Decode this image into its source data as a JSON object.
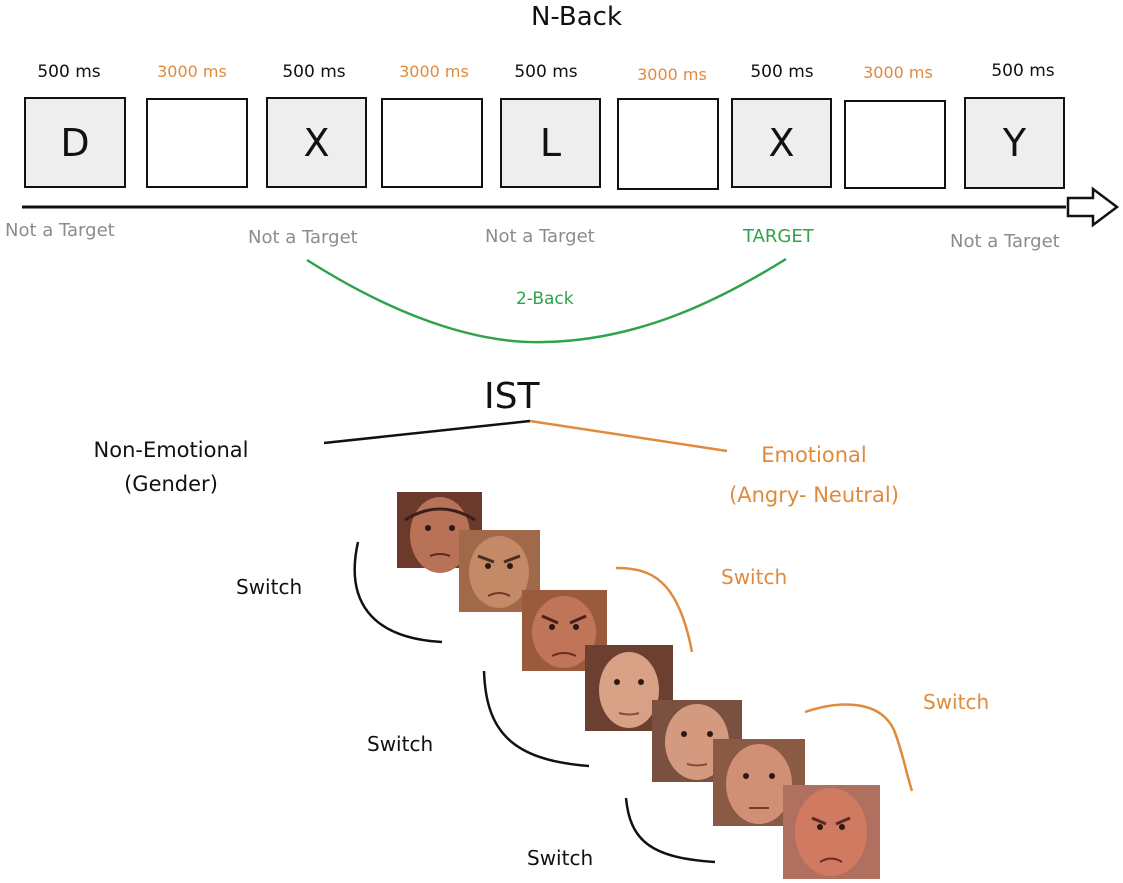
{
  "nback": {
    "title": "N-Back",
    "timings": [
      {
        "label": "500 ms",
        "kind": "stimulus"
      },
      {
        "label": "3000 ms",
        "kind": "isi"
      },
      {
        "label": "500 ms",
        "kind": "stimulus"
      },
      {
        "label": "3000 ms",
        "kind": "isi"
      },
      {
        "label": "500 ms",
        "kind": "stimulus"
      },
      {
        "label": "3000 ms",
        "kind": "isi"
      },
      {
        "label": "500 ms",
        "kind": "stimulus"
      },
      {
        "label": "3000 ms",
        "kind": "isi"
      },
      {
        "label": "500 ms",
        "kind": "stimulus"
      }
    ],
    "boxes": [
      "D",
      "",
      "X",
      "",
      "L",
      "",
      "X",
      "",
      "Y"
    ],
    "outcomes": [
      "Not a Target",
      "Not a Target",
      "Not a Target",
      "TARGET",
      "Not a Target"
    ],
    "link_label": "2-Back"
  },
  "ist": {
    "title": "IST",
    "non_emotional_line1": "Non-Emotional",
    "non_emotional_line2": "(Gender)",
    "emotional_line1": "Emotional",
    "emotional_line2": "(Angry- Neutral)",
    "switch_label": "Switch",
    "faces": [
      {
        "expression": "angry",
        "gender": "female"
      },
      {
        "expression": "angry",
        "gender": "male"
      },
      {
        "expression": "angry",
        "gender": "male"
      },
      {
        "expression": "neutral",
        "gender": "female"
      },
      {
        "expression": "neutral",
        "gender": "female"
      },
      {
        "expression": "neutral",
        "gender": "male"
      },
      {
        "expression": "angry",
        "gender": "male"
      }
    ]
  },
  "colors": {
    "text": "#111111",
    "isi": "#e08a3c",
    "emotional": "#e08a3c",
    "not_target": "#8c8c8c",
    "target": "#2fa34a",
    "stimulus_fill": "#eeeeee"
  }
}
